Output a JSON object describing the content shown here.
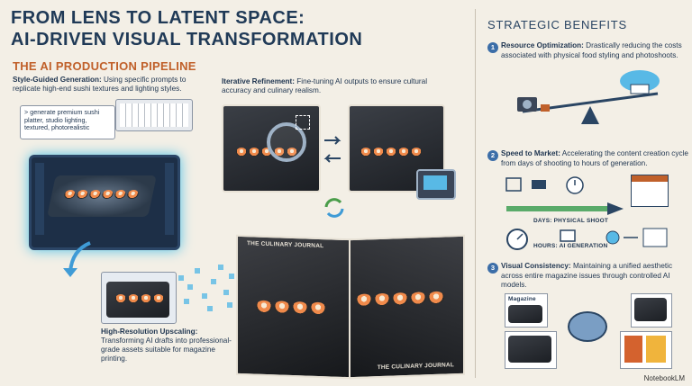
{
  "header": {
    "title_line1": "FROM LENS TO LATENT SPACE:",
    "title_line2": "AI-DRIVEN VISUAL TRANSFORMATION",
    "subtitle": "THE AI PRODUCTION PIPELINE"
  },
  "pipeline": {
    "step1_title": "Style-Guided Generation:",
    "step1_text": " Using specific prompts to replicate high-end sushi textures and lighting styles.",
    "prompt_text": "> generate premium sushi platter, studio lighting, textured, photorealistic",
    "step2_title": "Iterative Refinement:",
    "step2_text": " Fine-tuning AI outputs to ensure cultural accuracy and culinary realism.",
    "step3_title": "High-Resolution Upscaling:",
    "step3_text": " Transforming AI drafts into professional-grade assets suitable for magazine printing.",
    "journal_left": "THE CULINARY JOURNAL",
    "journal_right": "THE CULINARY JOURNAL"
  },
  "benefits": {
    "title": "STRATEGIC BENEFITS",
    "items": [
      {
        "num": "1",
        "title": "Resource Optimization:",
        "text": " Drastically reducing the costs associated with physical food styling and photoshoots."
      },
      {
        "num": "2",
        "title": "Speed to Market:",
        "text": " Accelerating the content creation cycle from days of shooting to hours of generation."
      },
      {
        "num": "3",
        "title": "Visual Consistency:",
        "text": " Maintaining a unified aesthetic across entire magazine issues through controlled AI models."
      }
    ],
    "days_label": "DAYS: PHYSICAL SHOOT",
    "hours_label": "HOURS: AI GENERATION",
    "magazine_label": "Magazine"
  },
  "watermark": "NotebookLM",
  "colors": {
    "accent_orange": "#c0602a",
    "navy": "#1f3550",
    "number_blue": "#3c6ea8"
  }
}
